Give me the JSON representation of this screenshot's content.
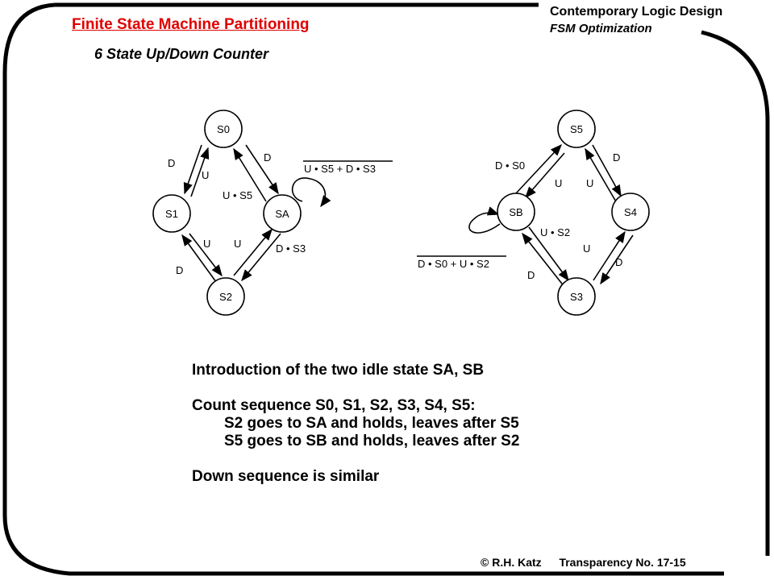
{
  "header": {
    "title": "Finite State Machine Partitioning",
    "subtitle": "6 State Up/Down Counter",
    "course": "Contemporary Logic Design",
    "topic": "FSM Optimization"
  },
  "left_fsm": {
    "states": {
      "s0": "S0",
      "s1": "S1",
      "sa": "SA",
      "s2": "S2"
    },
    "labels": {
      "d_s0_s1": "D",
      "u_s1_s0": "U",
      "d_s0_sa": "D",
      "u_s5": "U • S5",
      "u_s1_s2": "U",
      "u_s2_sa": "U",
      "d_s2_s1": "D",
      "d_s3": "D • S3",
      "self_loop": "U • S5 + D • S3"
    }
  },
  "right_fsm": {
    "states": {
      "s5": "S5",
      "sb": "SB",
      "s4": "S4",
      "s3": "S3"
    },
    "labels": {
      "d_s0": "D • S0",
      "u_sb_s5": "U",
      "u_s5_s4": "U",
      "d_s4_s5": "D",
      "u_s2": "U • S2",
      "u_s3_s4": "U",
      "d_s4_s3": "D",
      "d_s3_sb": "D",
      "self_loop": "D • S0 + U • S2"
    }
  },
  "notes": {
    "line1": "Introduction of the two idle state SA, SB",
    "line2": "Count sequence S0, S1, S2, S3, S4, S5:",
    "line3": "S2 goes to SA and holds, leaves after S5",
    "line4": "S5 goes to SB and holds, leaves after S2",
    "line5": "Down sequence is similar"
  },
  "footer": {
    "author": "© R.H. Katz",
    "transparency": "Transparency No. 17-15"
  }
}
